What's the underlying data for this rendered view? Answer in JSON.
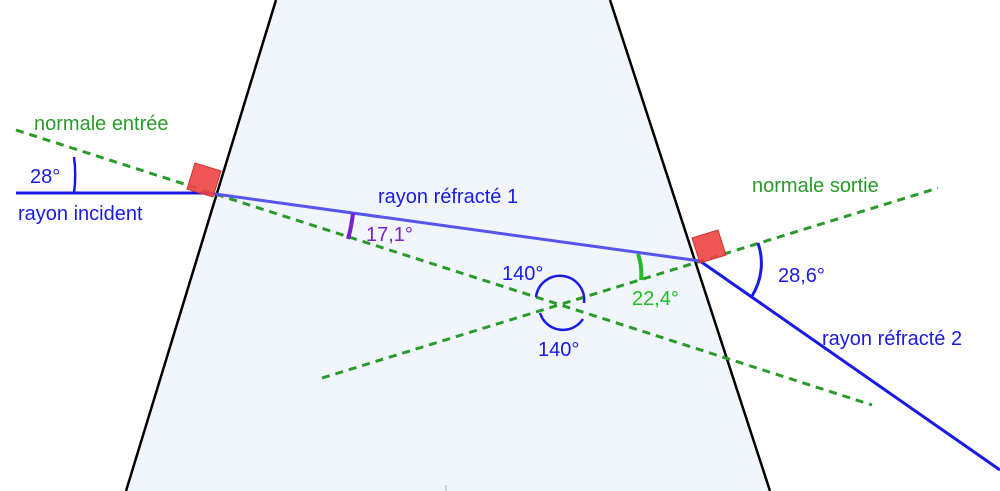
{
  "labels": {
    "normale_entree": "normale entrée",
    "normale_sortie": "normale sortie",
    "rayon_incident": "rayon incident",
    "rayon_refracte_1": "rayon réfracté 1",
    "rayon_refracte_2": "rayon réfracté 2"
  },
  "angles": {
    "incidence": "28°",
    "refraction_entree": "17,1°",
    "incidence_sortie": "22,4°",
    "refraction_sortie": "28,6°",
    "normales_haut": "140°",
    "normales_bas": "140°"
  },
  "colors": {
    "prism_fill": "#f0f6fc",
    "prism_edge": "#000000",
    "ray": "#1a1ae6",
    "ray_inside": "#5555ee",
    "normal": "#2a9a2a",
    "right_angle_marker": "#ee4444",
    "angle_purple": "#7722cc",
    "angle_green": "#22bb22"
  }
}
